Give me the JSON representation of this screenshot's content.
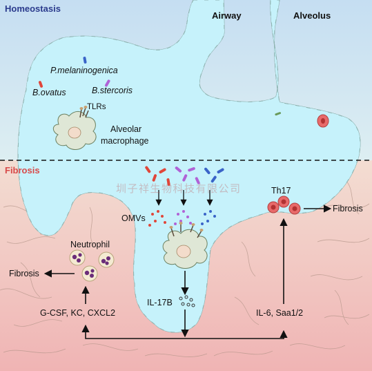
{
  "panels": {
    "homeostasis": "Homeostasis",
    "fibrosis": "Fibrosis"
  },
  "regions": {
    "airway": "Airway",
    "alveolus": "Alveolus"
  },
  "bacteria": {
    "p_melaninogenica": "P.melaninogenica",
    "b_ovatus": "B.ovatus",
    "b_stercoris": "B.stercoris"
  },
  "cells": {
    "tlrs": "TLRs",
    "alveolar_macrophage_line1": "Alveolar",
    "alveolar_macrophage_line2": "macrophage",
    "neutrophil": "Neutrophil",
    "th17": "Th17"
  },
  "signals": {
    "omvs": "OMVs",
    "il17b": "IL-17B",
    "chemokines": "G-CSF, KC, CXCL2",
    "il6_saa": "IL-6, Saa1/2"
  },
  "outcomes": {
    "fibrosis_left": "Fibrosis",
    "fibrosis_right": "Fibrosis"
  },
  "watermark": "圳子祥生物科技有限公司",
  "colors": {
    "homeostasis_title": "#2a3a8c",
    "fibrosis_title": "#d84a4a",
    "lumen": "#c6f2fb",
    "healthy_epithelium": "#c9ddd2",
    "fibrotic_epithelium": "#f0b4b4",
    "red_bacteria": "#e0463a",
    "purple_bacteria": "#b062d6",
    "blue_bacteria": "#3a64c8"
  }
}
